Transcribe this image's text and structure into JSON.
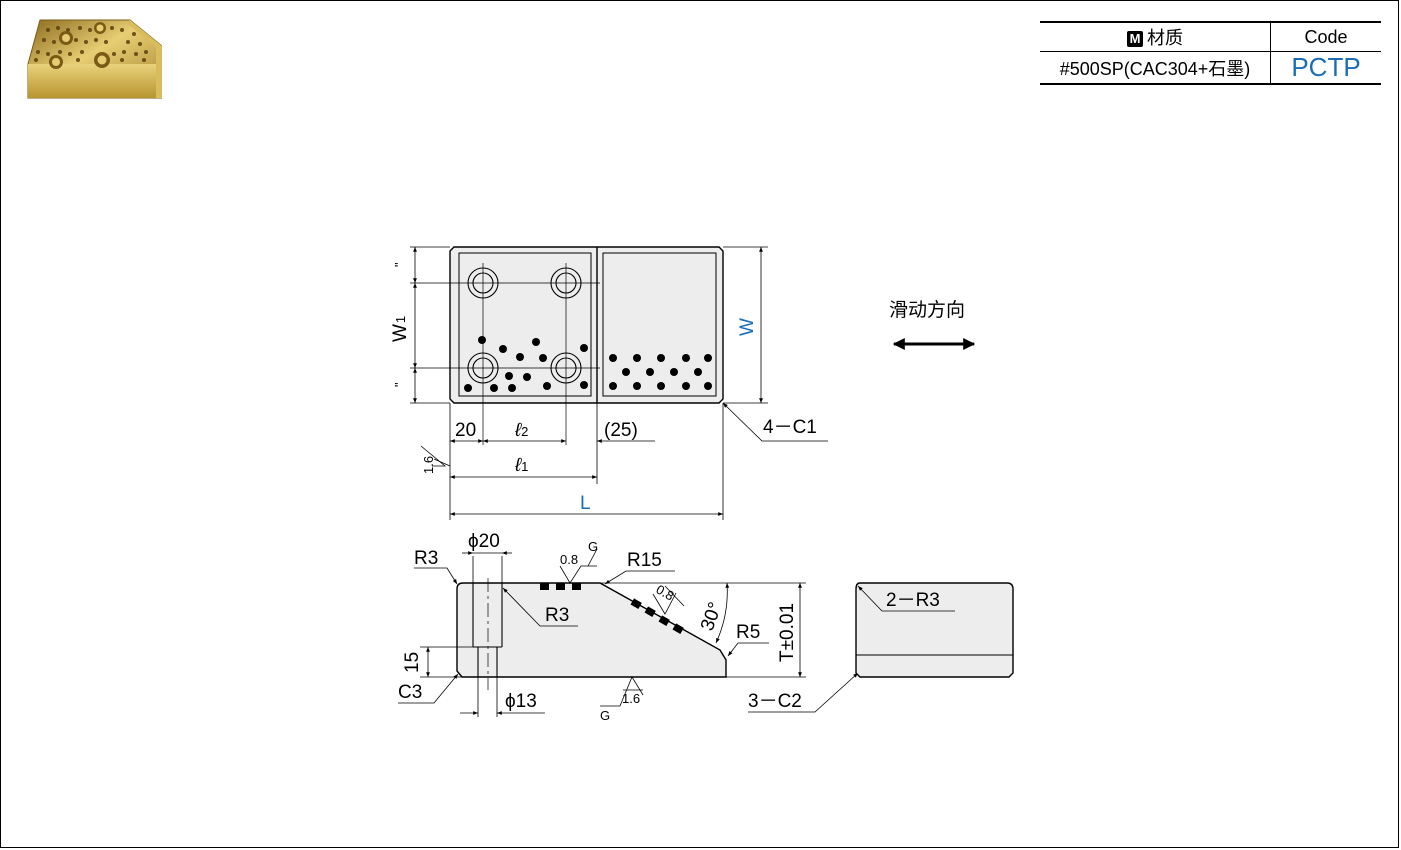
{
  "material_table": {
    "headers": {
      "material": "材质",
      "material_badge": "M",
      "code": "Code"
    },
    "rows": [
      {
        "material": "#500SP(CAC304+石墨)",
        "code": "PCTP"
      }
    ]
  },
  "direction_label": "滑动方向",
  "top_view": {
    "dim_w": "W",
    "dim_w1": "W",
    "dim_w1_sub": "1",
    "dim_20": "20",
    "dim_l2": "ℓ",
    "dim_l2_sub": "2",
    "dim_25": "(25)",
    "dim_l1": "ℓ",
    "dim_l1_sub": "1",
    "dim_l": "L",
    "chamfer": "4－C1",
    "roughness": "1.6"
  },
  "side_view": {
    "r3_top": "R3",
    "phi20": "ϕ20",
    "finish_08": "0.8",
    "finish_g": "G",
    "r15": "R15",
    "r3_inner": "R3",
    "finish_08_slope": "0.8",
    "angle": "30°",
    "r5": "R5",
    "thickness": "T±0.01",
    "dim_15": "15",
    "c3": "C3",
    "phi13": "ϕ13",
    "finish_g_bottom": "G",
    "finish_16": "1.6"
  },
  "end_view": {
    "r3": "2－R3",
    "c2": "3－C2"
  },
  "colors": {
    "accent": "#1a6eb5",
    "bronze": "#c9a43a"
  }
}
